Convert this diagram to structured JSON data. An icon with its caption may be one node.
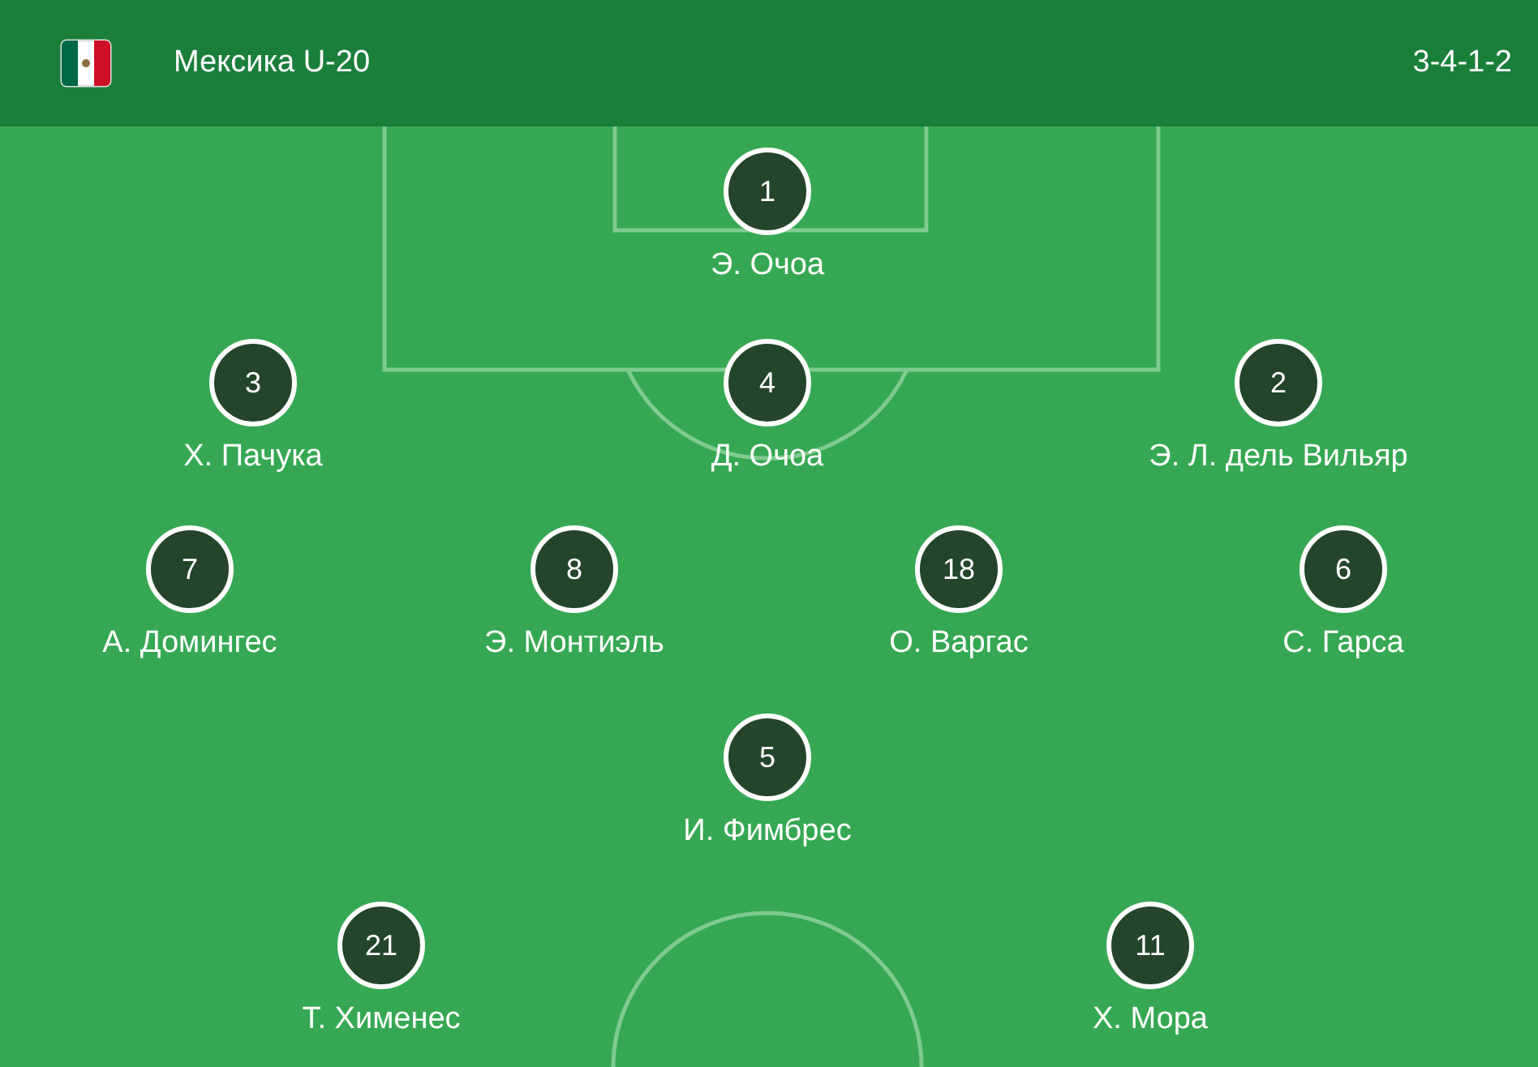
{
  "diagram": {
    "title": "Мексика U-20",
    "nodes": [
      {
        "text": [
          "1"
        ],
        "beside": [
          "Э. Очоа"
        ]
      },
      {
        "text": [
          "3"
        ],
        "beside": [
          "Х. Пачука"
        ]
      },
      {
        "text": [
          "4"
        ],
        "beside": [
          "Д. Очоа"
        ]
      },
      {
        "text": [
          "2"
        ],
        "beside": [
          "Э. Л. дель Вильяр"
        ]
      },
      {
        "text": [
          "7"
        ],
        "beside": [
          "А. Домингес"
        ]
      },
      {
        "text": [
          "8"
        ],
        "beside": [
          "Э. Монтиэль"
        ]
      },
      {
        "text": [
          "18"
        ],
        "beside": [
          "О. Варгас"
        ]
      },
      {
        "text": [
          "6"
        ],
        "beside": [
          "С. Гарса"
        ]
      },
      {
        "text": [
          "5"
        ],
        "beside": [
          "И. Фимбрес"
        ]
      },
      {
        "text": [
          "21"
        ],
        "beside": [
          "Т. Хименес"
        ]
      },
      {
        "text": [
          "11"
        ],
        "beside": [
          "Х. Мора"
        ]
      }
    ],
    "edges": [],
    "labels": [
      "3-4-1-2"
    ]
  }
}
